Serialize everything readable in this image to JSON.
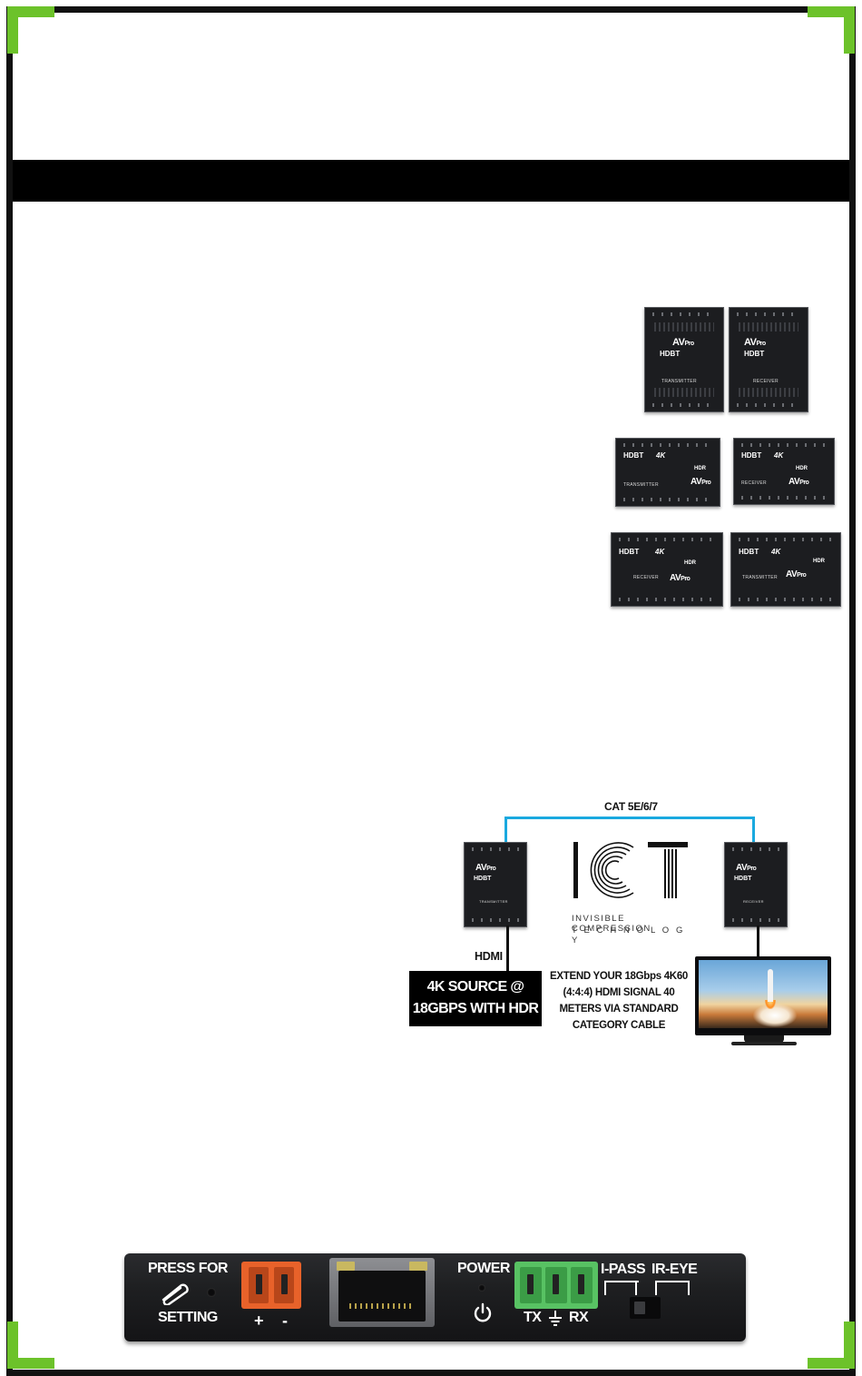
{
  "colors": {
    "accent_green": "#6cc22a",
    "cable_blue": "#1aa9df",
    "band": "#000000"
  },
  "devices_small": [
    {
      "brand": "AV",
      "brand_pro": "Pro",
      "hdbt": "HDBT",
      "label": "TRANSMITTER"
    },
    {
      "brand": "AV",
      "brand_pro": "Pro",
      "hdbt": "HDBT",
      "label": "RECEIVER"
    }
  ],
  "devices_mid": [
    {
      "hdbt": "HDBT",
      "k4": "4K",
      "hdr": "HDR",
      "label": "TRANSMITTER",
      "brand": "AV",
      "brand_pro": "Pro"
    },
    {
      "hdbt": "HDBT",
      "k4": "4K",
      "hdr": "HDR",
      "label": "RECEIVER",
      "brand": "AV",
      "brand_pro": "Pro"
    }
  ],
  "devices_low": [
    {
      "hdbt": "HDBT",
      "k4": "4K",
      "hdr": "HDR",
      "label": "RECEIVER",
      "brand": "AV",
      "brand_pro": "Pro"
    },
    {
      "hdbt": "HDBT",
      "k4": "4K",
      "hdr": "HDR",
      "label": "TRANSMITTER",
      "brand": "AV",
      "brand_pro": "Pro"
    }
  ],
  "diagram": {
    "cable_label": "CAT 5E/6/7",
    "tx_label": "TRANSMITTER",
    "rx_label": "RECEIVER",
    "hdmi_label": "HDMI",
    "source_line1": "4K SOURCE @",
    "source_line2": "18GBPS WITH HDR",
    "ict_line1": "INVISIBLE COMPRESSION",
    "ict_line2": "T E C H N O L O G Y",
    "extend_lines": [
      "EXTEND YOUR 18Gbps 4K60",
      "(4:4:4) HDMI SIGNAL 40",
      "METERS VIA STANDARD",
      "CATEGORY CABLE"
    ]
  },
  "panel": {
    "press_for": "PRESS FOR",
    "setting": "SETTING",
    "plus": "+",
    "minus": "-",
    "power": "POWER",
    "tx": "TX",
    "rx": "RX",
    "ipass": "I-PASS",
    "ireye": "IR-EYE"
  }
}
